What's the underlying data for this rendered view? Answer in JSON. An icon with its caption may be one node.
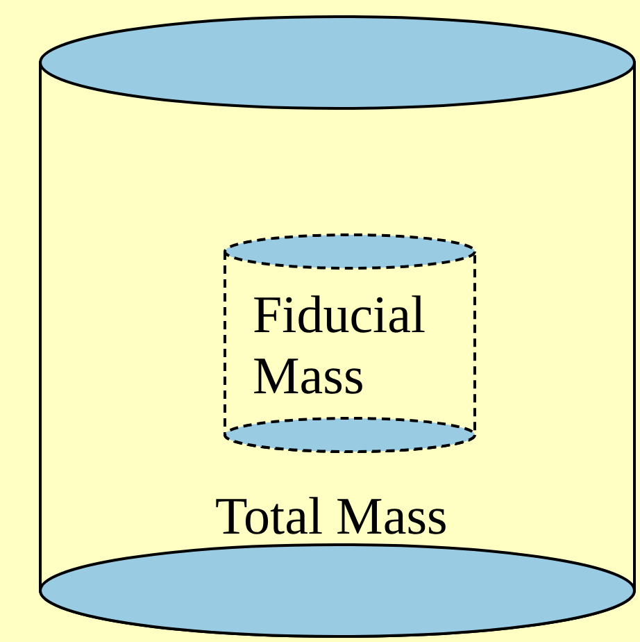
{
  "diagram": {
    "nodes": [
      {
        "text": [
          "Total Mass"
        ]
      },
      {
        "text": [
          "Fiducial Mass"
        ],
        "in": 0
      }
    ]
  }
}
